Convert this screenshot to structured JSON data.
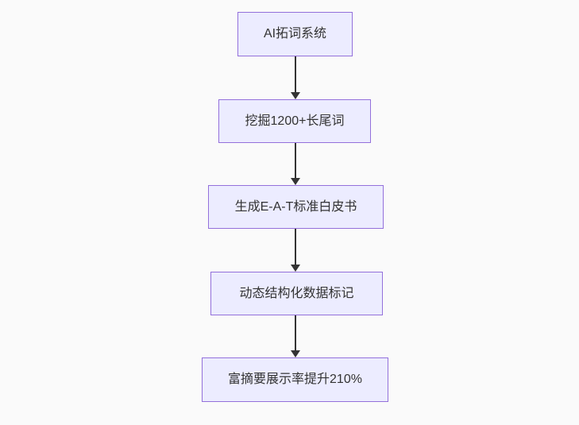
{
  "diagram": {
    "type": "flowchart",
    "direction": "top-down",
    "nodes": [
      {
        "id": "n1",
        "label": "AI拓词系统"
      },
      {
        "id": "n2",
        "label": "挖掘1200+长尾词"
      },
      {
        "id": "n3",
        "label": "生成E-A-T标准白皮书"
      },
      {
        "id": "n4",
        "label": "动态结构化数据标记"
      },
      {
        "id": "n5",
        "label": "富摘要展示率提升210%"
      }
    ],
    "edges": [
      {
        "from": "n1",
        "to": "n2",
        "style": "arrow-down"
      },
      {
        "from": "n2",
        "to": "n3",
        "style": "arrow-down"
      },
      {
        "from": "n3",
        "to": "n4",
        "style": "arrow-down"
      },
      {
        "from": "n4",
        "to": "n5",
        "style": "arrow-down"
      }
    ],
    "colors": {
      "node_fill": "#ececff",
      "node_border": "#9370db",
      "edge": "#333333",
      "text": "#333333",
      "background": "#fafafa"
    }
  }
}
